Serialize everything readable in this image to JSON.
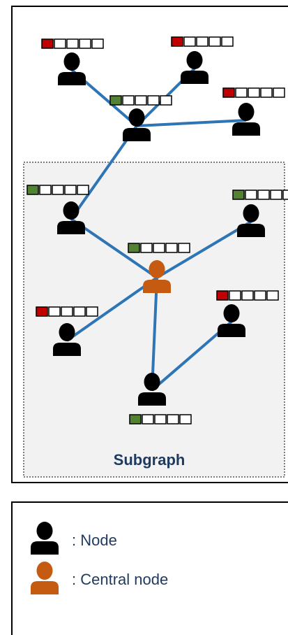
{
  "subgraph": {
    "label": "Subgraph"
  },
  "legend": {
    "node_label": ": Node",
    "central_label": ": Central node"
  },
  "colors": {
    "edge": "#2e75b6",
    "node": "#000000",
    "central": "#c55a11",
    "bar_red": "#c00000",
    "bar_green": "#548235",
    "subgraph_fill": "#f2f2f2"
  },
  "icons": {
    "node": "person-icon",
    "central": "person-icon-orange"
  },
  "nodes": [
    {
      "id": "n1",
      "central": false,
      "bar": "red"
    },
    {
      "id": "n2",
      "central": false,
      "bar": "red"
    },
    {
      "id": "n3",
      "central": false,
      "bar": "green"
    },
    {
      "id": "n4",
      "central": false,
      "bar": "red"
    },
    {
      "id": "n5",
      "central": false,
      "bar": "green"
    },
    {
      "id": "n6",
      "central": false,
      "bar": "green"
    },
    {
      "id": "c",
      "central": true,
      "bar": "green"
    },
    {
      "id": "n8",
      "central": false,
      "bar": "red"
    },
    {
      "id": "n9",
      "central": false,
      "bar": "red"
    },
    {
      "id": "n10",
      "central": false,
      "bar": "green"
    }
  ],
  "edges": [
    [
      "n1",
      "n3"
    ],
    [
      "n2",
      "n3"
    ],
    [
      "n3",
      "n4"
    ],
    [
      "n3",
      "n5"
    ],
    [
      "n5",
      "c"
    ],
    [
      "c",
      "n6"
    ],
    [
      "c",
      "n8"
    ],
    [
      "c",
      "n10"
    ],
    [
      "n10",
      "n9"
    ]
  ]
}
